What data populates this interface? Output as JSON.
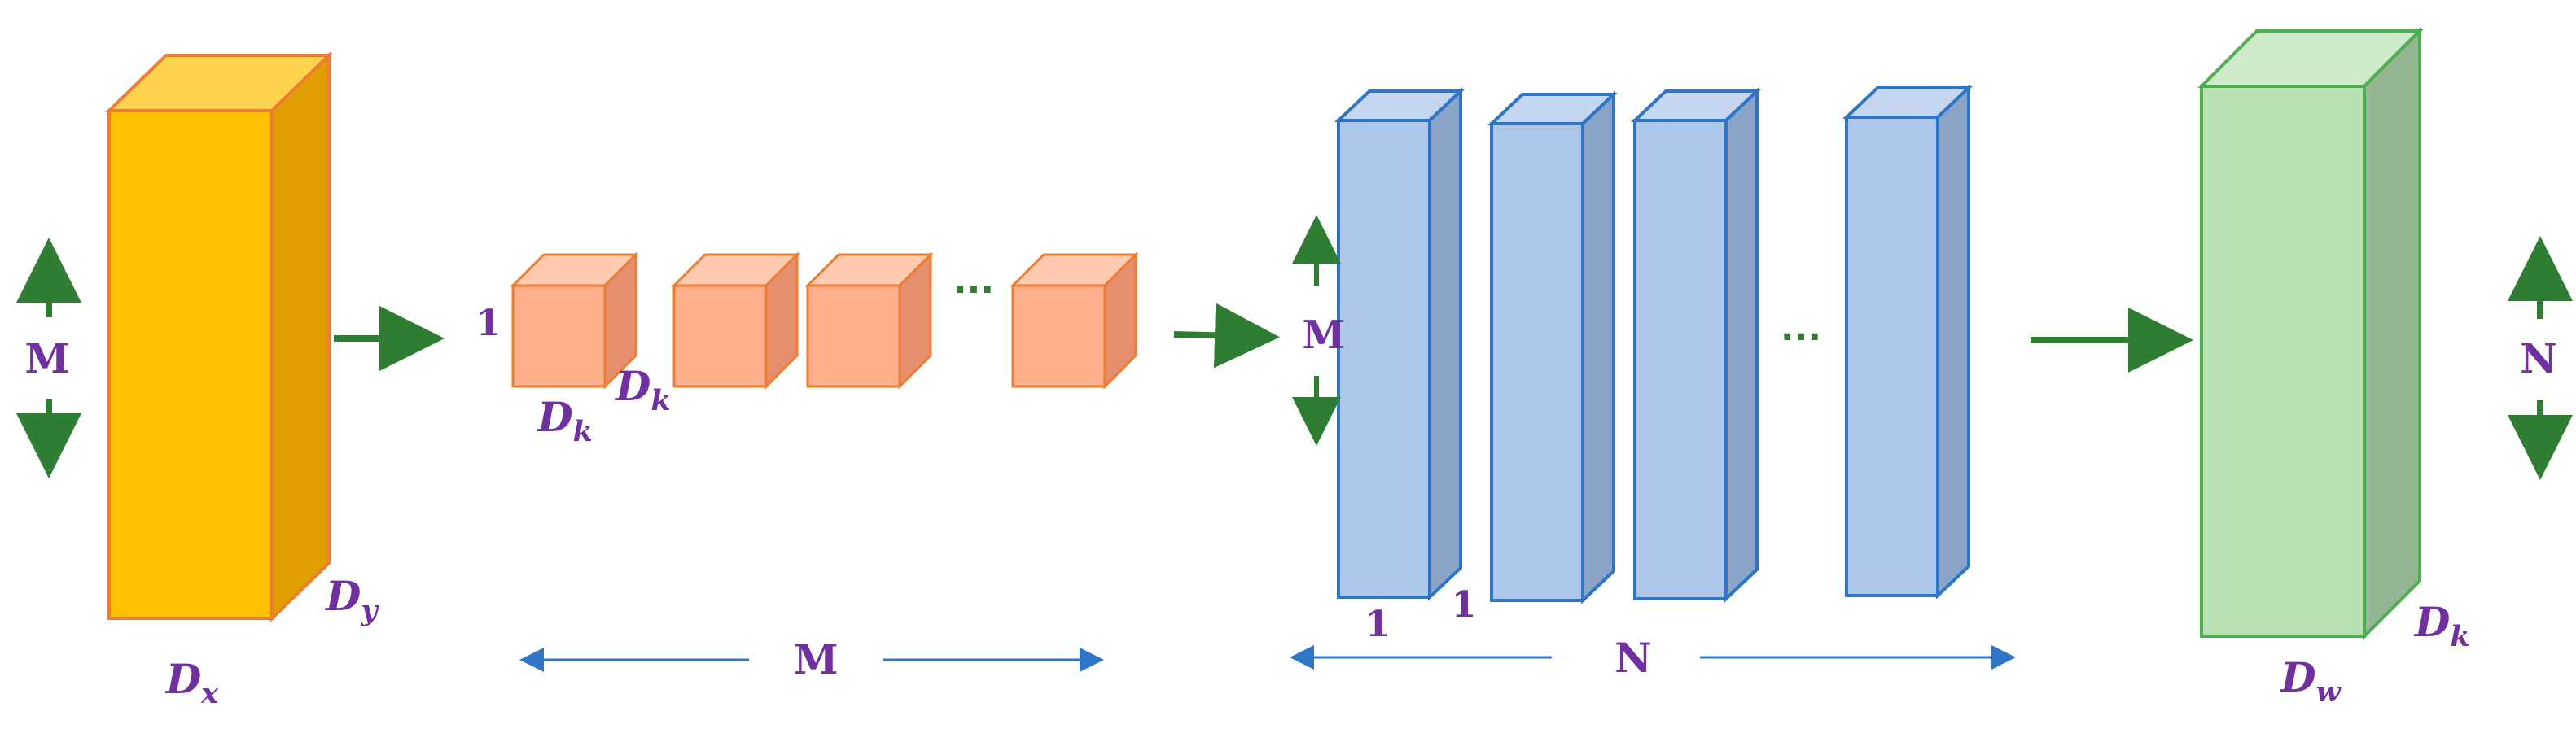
{
  "colors": {
    "input_front": "#FFC000",
    "input_top": "#FFD24D",
    "input_side": "#E19E00",
    "input_stroke": "#ED7D31",
    "kernel_front": "#FFAF8B",
    "kernel_top": "#FFCAB0",
    "kernel_side": "#E58F6E",
    "kernel_stroke": "#ED7D31",
    "pointwise_front": "#AEC7E8",
    "pointwise_top": "#C5D7F0",
    "pointwise_side": "#8AA4C8",
    "pointwise_stroke": "#2E75C8",
    "output_front": "#B9E0B5",
    "output_top": "#CFEACB",
    "output_side": "#95B692",
    "output_stroke": "#4CAF50",
    "arrow_green": "#2E7D32",
    "arrow_blue": "#2E75C8",
    "label_purple": "#7030A0"
  },
  "input_block": {
    "height_label": "M",
    "depth_label": "D_y",
    "width_label": "D_x"
  },
  "kernel_group": {
    "channel_label": "1",
    "height_label": "D_k",
    "width_label": "D_k",
    "ellipsis": "...",
    "span_label": "M"
  },
  "pointwise_group": {
    "height_label": "M",
    "first_label": "1",
    "second_label": "1",
    "ellipsis": "...",
    "span_label": "N"
  },
  "output_block": {
    "height_label": "N",
    "depth_label": "D_k",
    "width_label": "D_w"
  }
}
